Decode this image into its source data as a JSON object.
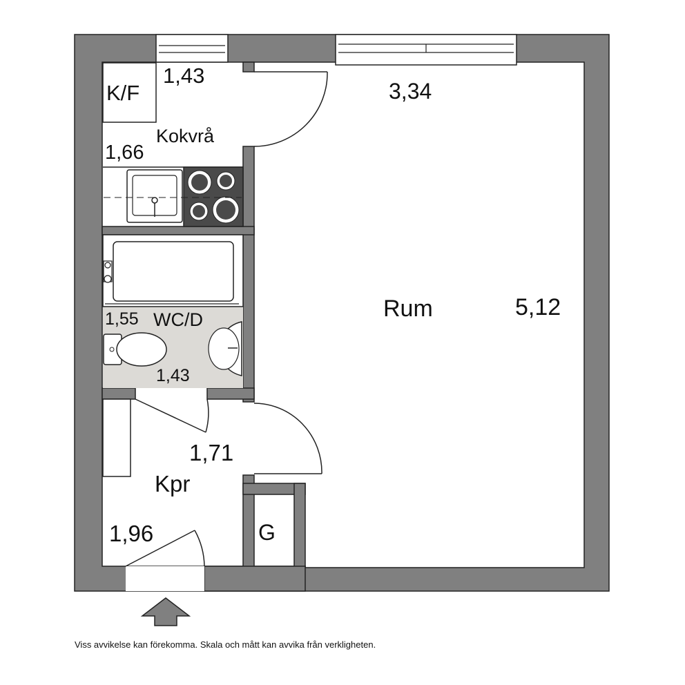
{
  "rooms": {
    "kf": "K/F",
    "kokvra": "Kokvrå",
    "rum": "Rum",
    "wcd": "WC/D",
    "kpr": "Kpr",
    "g": "G"
  },
  "dimensions": {
    "kokvra_top": "1,43",
    "kokvra_side": "1,66",
    "rum_width": "3,34",
    "rum_depth": "5,12",
    "wcd_side": "1,55",
    "wcd_bottom": "1,43",
    "kpr_top": "1,71",
    "kpr_side": "1,96"
  },
  "disclaimer": "Viss avvikelse kan förekomma. Skala och mått kan avvika från verkligheten.",
  "colors": {
    "wall": "#808080",
    "outline": "#222222",
    "bathroom_floor": "#dcdad6",
    "stove": "#4a4a4a"
  },
  "icons": [
    "entrance-arrow-icon",
    "sink-icon",
    "stove-icon",
    "bathtub-icon",
    "toilet-icon",
    "washbasin-icon"
  ]
}
